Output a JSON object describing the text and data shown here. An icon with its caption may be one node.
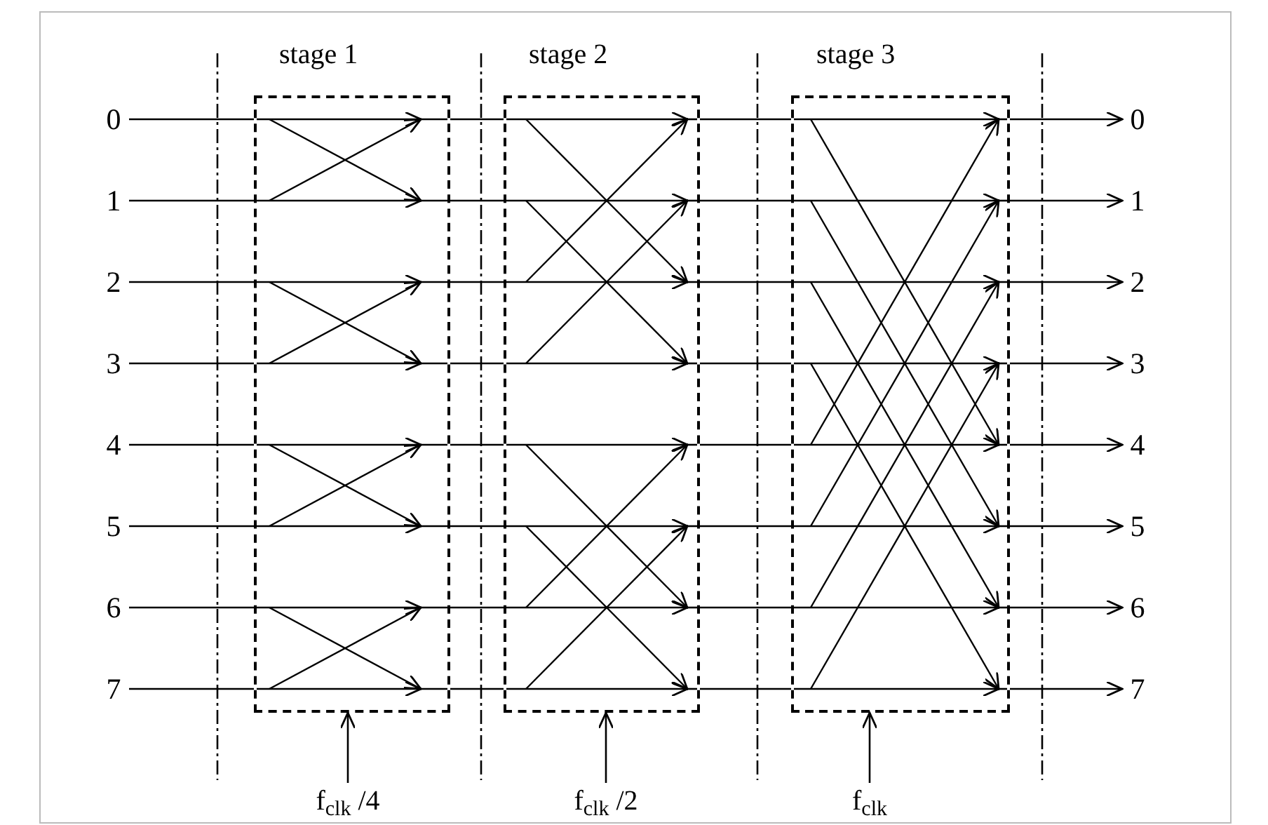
{
  "diagram": {
    "nodes": [
      {
        "text": [
          "stage 1"
        ]
      },
      {
        "text": [
          "stage 2"
        ]
      },
      {
        "text": [
          "stage 3"
        ]
      },
      {
        "text": [
          "0"
        ]
      },
      {
        "text": [
          "1"
        ]
      },
      {
        "text": [
          "2"
        ]
      },
      {
        "text": [
          "3"
        ]
      },
      {
        "text": [
          "4"
        ]
      },
      {
        "text": [
          "5"
        ]
      },
      {
        "text": [
          "6"
        ]
      },
      {
        "text": [
          "7"
        ]
      },
      {
        "text": [
          "0"
        ]
      },
      {
        "text": [
          "1"
        ]
      },
      {
        "text": [
          "2"
        ]
      },
      {
        "text": [
          "3"
        ]
      },
      {
        "text": [
          "4"
        ]
      },
      {
        "text": [
          "5"
        ]
      },
      {
        "text": [
          "6"
        ]
      },
      {
        "text": [
          "7"
        ]
      },
      {
        "text": [
          "f$_{clk}$ /4"
        ]
      },
      {
        "text": [
          "f$_{clk}$ /2"
        ]
      },
      {
        "text": [
          "f$_{clk}$"
        ]
      }
    ],
    "edges": [
      {
        "from": 3,
        "to": 0,
        "arrow": "none"
      },
      {
        "from": 0,
        "to": 1,
        "arrow": "none"
      },
      {
        "from": 1,
        "to": 2,
        "arrow": "none"
      },
      {
        "from": 2,
        "to": 11,
        "arrow": "to"
      },
      {
        "from": 4,
        "to": 0,
        "arrow": "none"
      },
      {
        "from": 0,
        "to": 1,
        "arrow": "none"
      },
      {
        "from": 1,
        "to": 2,
        "arrow": "none"
      },
      {
        "from": 2,
        "to": 12,
        "arrow": "to"
      },
      {
        "from": 5,
        "to": 0,
        "arrow": "none"
      },
      {
        "from": 0,
        "to": 1,
        "arrow": "none"
      },
      {
        "from": 1,
        "to": 2,
        "arrow": "none"
      },
      {
        "from": 2,
        "to": 13,
        "arrow": "to"
      },
      {
        "from": 6,
        "to": 0,
        "arrow": "none"
      },
      {
        "from": 0,
        "to": 1,
        "arrow": "none"
      },
      {
        "from": 1,
        "to": 2,
        "arrow": "none"
      },
      {
        "from": 2,
        "to": 14,
        "arrow": "to"
      },
      {
        "from": 7,
        "to": 0,
        "arrow": "none"
      },
      {
        "from": 0,
        "to": 1,
        "arrow": "none"
      },
      {
        "from": 1,
        "to": 2,
        "arrow": "none"
      },
      {
        "from": 2,
        "to": 15,
        "arrow": "to"
      },
      {
        "from": 8,
        "to": 0,
        "arrow": "none"
      },
      {
        "from": 0,
        "to": 1,
        "arrow": "none"
      },
      {
        "from": 1,
        "to": 2,
        "arrow": "none"
      },
      {
        "from": 2,
        "to": 16,
        "arrow": "to"
      },
      {
        "from": 9,
        "to": 0,
        "arrow": "none"
      },
      {
        "from": 0,
        "to": 1,
        "arrow": "none"
      },
      {
        "from": 1,
        "to": 2,
        "arrow": "none"
      },
      {
        "from": 2,
        "to": 17,
        "arrow": "to"
      },
      {
        "from": 10,
        "to": 0,
        "arrow": "none"
      },
      {
        "from": 0,
        "to": 1,
        "arrow": "none"
      },
      {
        "from": 1,
        "to": 2,
        "arrow": "none"
      },
      {
        "from": 2,
        "to": 18,
        "arrow": "to"
      },
      {
        "from": 19,
        "to": 0,
        "arrow": "to"
      },
      {
        "from": 20,
        "to": 1,
        "arrow": "to"
      },
      {
        "from": 21,
        "to": 2,
        "arrow": "to"
      }
    ]
  }
}
